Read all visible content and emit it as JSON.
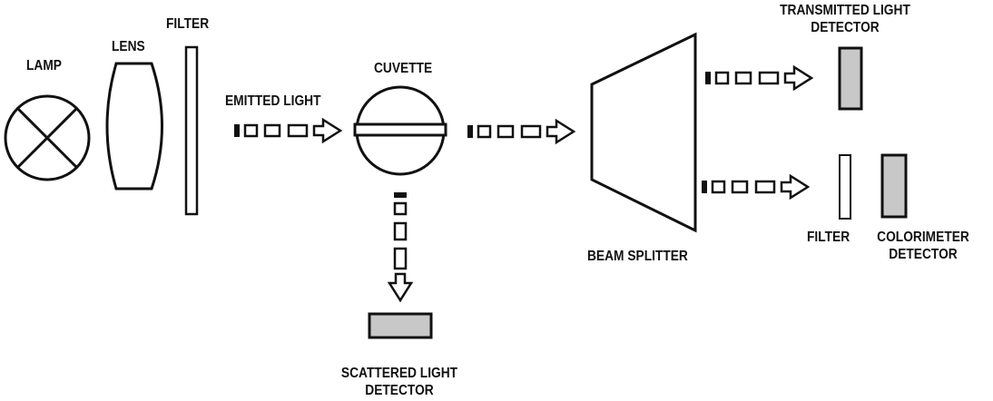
{
  "labels": {
    "lamp": "LAMP",
    "lens": "LENS",
    "filter_1": "FILTER",
    "emitted_light": "EMITTED LIGHT",
    "cuvette": "CUVETTE",
    "beam_splitter": "BEAM SPLITTER",
    "transmitted_line1": "TRANSMITTED LIGHT",
    "transmitted_line2": "DETECTOR",
    "filter_2": "FILTER",
    "colorimeter_line1": "COLORIMETER",
    "colorimeter_line2": "DETECTOR",
    "scattered_line1": "SCATTERED LIGHT",
    "scattered_line2": "DETECTOR"
  },
  "colors": {
    "stroke": "#111111",
    "detector_fill": "#c8c8c8",
    "background": "#ffffff"
  }
}
